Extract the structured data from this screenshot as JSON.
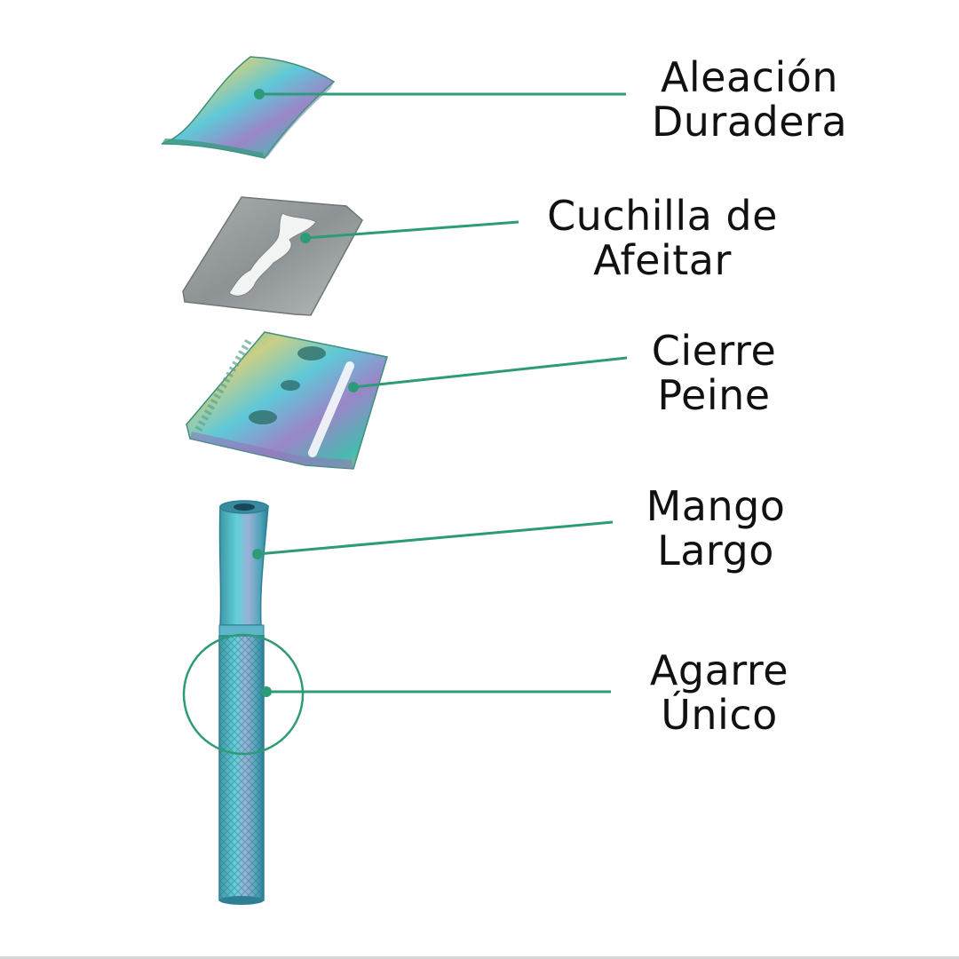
{
  "diagram": {
    "accent_color": "#2e9b78",
    "parts": [
      {
        "id": "aleacion",
        "lines": [
          "Aleación",
          "Duradera"
        ]
      },
      {
        "id": "cuchilla",
        "lines": [
          "Cuchilla de",
          "Afeitar"
        ]
      },
      {
        "id": "cierre",
        "lines": [
          "Cierre",
          "Peine"
        ]
      },
      {
        "id": "mango",
        "lines": [
          "Mango",
          "Largo"
        ]
      },
      {
        "id": "agarre",
        "lines": [
          "Agarre",
          "Único"
        ]
      }
    ]
  }
}
